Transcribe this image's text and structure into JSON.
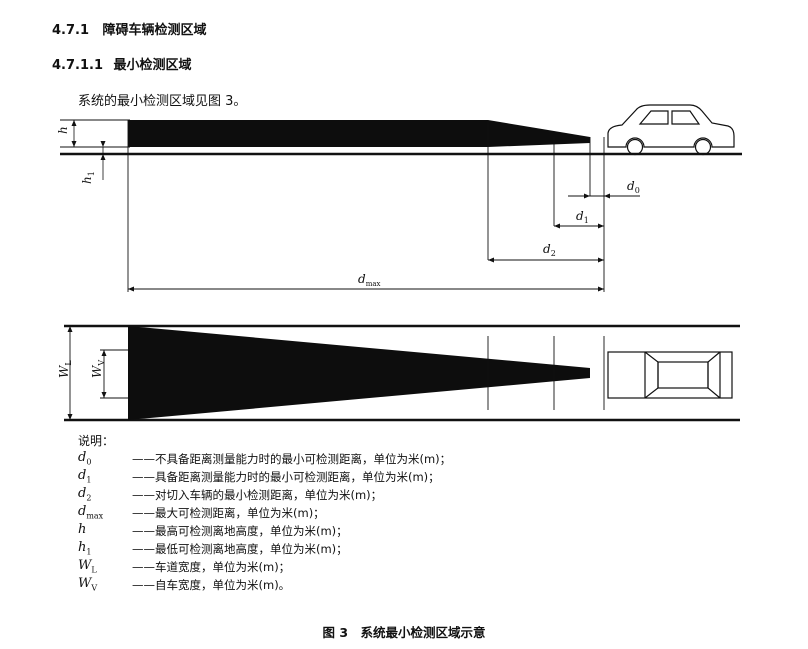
{
  "headings": [
    {
      "number": "4.7.1",
      "title": "障碍车辆检测区域"
    },
    {
      "number": "4.7.1.1",
      "title": "最小检测区域"
    }
  ],
  "paragraph": "系统的最小检测区域见图 3。",
  "figure": {
    "side_view_labels": {
      "h": "h",
      "h1_main": "h",
      "h1_sub": "1",
      "d0_main": "d",
      "d0_sub": "0",
      "d1_main": "d",
      "d1_sub": "1",
      "d2_main": "d",
      "d2_sub": "2",
      "dmax_main": "d",
      "dmax_sub": "max"
    },
    "top_view_labels": {
      "wl_main": "W",
      "wl_sub": "L",
      "wv_main": "W",
      "wv_sub": "V"
    },
    "icons": [
      "car-side-icon",
      "car-top-icon"
    ]
  },
  "legend": {
    "title": "说明：",
    "items": [
      {
        "symbol": "d",
        "sub": "0",
        "desc": "——不具备距离测量能力时的最小可检测距离，单位为米(m)；"
      },
      {
        "symbol": "d",
        "sub": "1",
        "desc": "——具备距离测量能力时的最小可检测距离，单位为米(m)；"
      },
      {
        "symbol": "d",
        "sub": "2",
        "desc": "——对切入车辆的最小检测距离，单位为米(m)；"
      },
      {
        "symbol": "d",
        "sub": "max",
        "desc": "——最大可检测距离，单位为米(m)；"
      },
      {
        "symbol": "h",
        "sub": "",
        "desc": "——最高可检测离地高度，单位为米(m)；"
      },
      {
        "symbol": "h",
        "sub": "1",
        "desc": "——最低可检测离地高度，单位为米(m)；"
      },
      {
        "symbol": "W",
        "sub": "L",
        "desc": "——车道宽度，单位为米(m)；"
      },
      {
        "symbol": "W",
        "sub": "V",
        "desc": "——自车宽度，单位为米(m)。"
      }
    ]
  },
  "caption": "图 3　系统最小检测区域示意"
}
